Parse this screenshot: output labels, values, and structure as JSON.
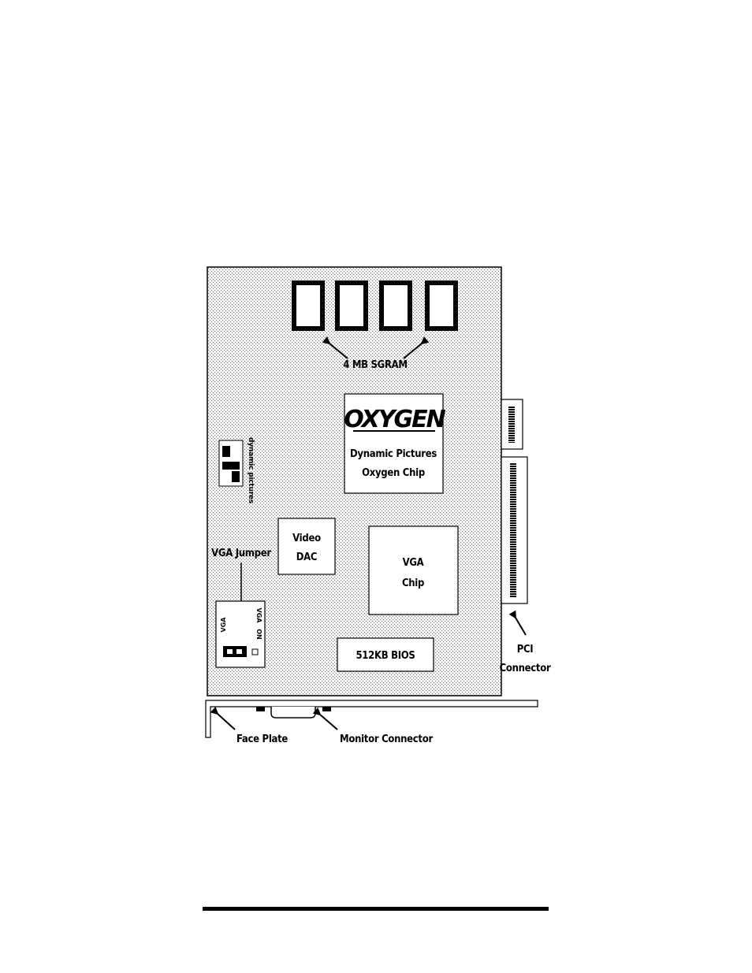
{
  "labels": {
    "memory_sockets": "4 MB SGRAM",
    "pci_connector_line1": "PCI",
    "pci_connector_line2": "Connector",
    "face_plate": "Face Plate",
    "monitor_connector": "Monitor Connector",
    "vga_jumper": "VGA Jumper",
    "video_dac_line1": "Video",
    "video_dac_line2": "DAC",
    "vga_chip_line1": "VGA",
    "vga_chip_line2": "Chip",
    "bios": "512KB BIOS",
    "oxygen_desc_line1": "Dynamic Pictures",
    "oxygen_desc_line2": "Oxygen Chip",
    "jumper_label_left": "VGA",
    "jumper_label_right_top": "VGA",
    "jumper_label_right_bottom": "ON"
  },
  "logos": {
    "oxygen": "OXYGEN",
    "dp_mark": "dP",
    "dp_text": "dynamic pictures"
  },
  "colors": {
    "ink": "#000000",
    "board_fill": "#f2f2f2",
    "dot": "#8a8a8a",
    "paper": "#ffffff"
  }
}
